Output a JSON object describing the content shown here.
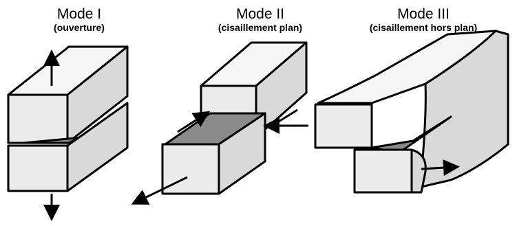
{
  "modes": [
    {
      "name": "Mode I",
      "subtitle": "(ouverture)"
    },
    {
      "name": "Mode II",
      "subtitle": "(cisaillement plan)"
    },
    {
      "name": "Mode III",
      "subtitle": "(cisaillement hors plan)"
    }
  ],
  "colors": {
    "face_front": "#ebebeb",
    "face_top": "#f7f7f7",
    "face_side": "#d9d9d9",
    "crack_surface": "#8a8a8a",
    "outline": "#000000"
  }
}
